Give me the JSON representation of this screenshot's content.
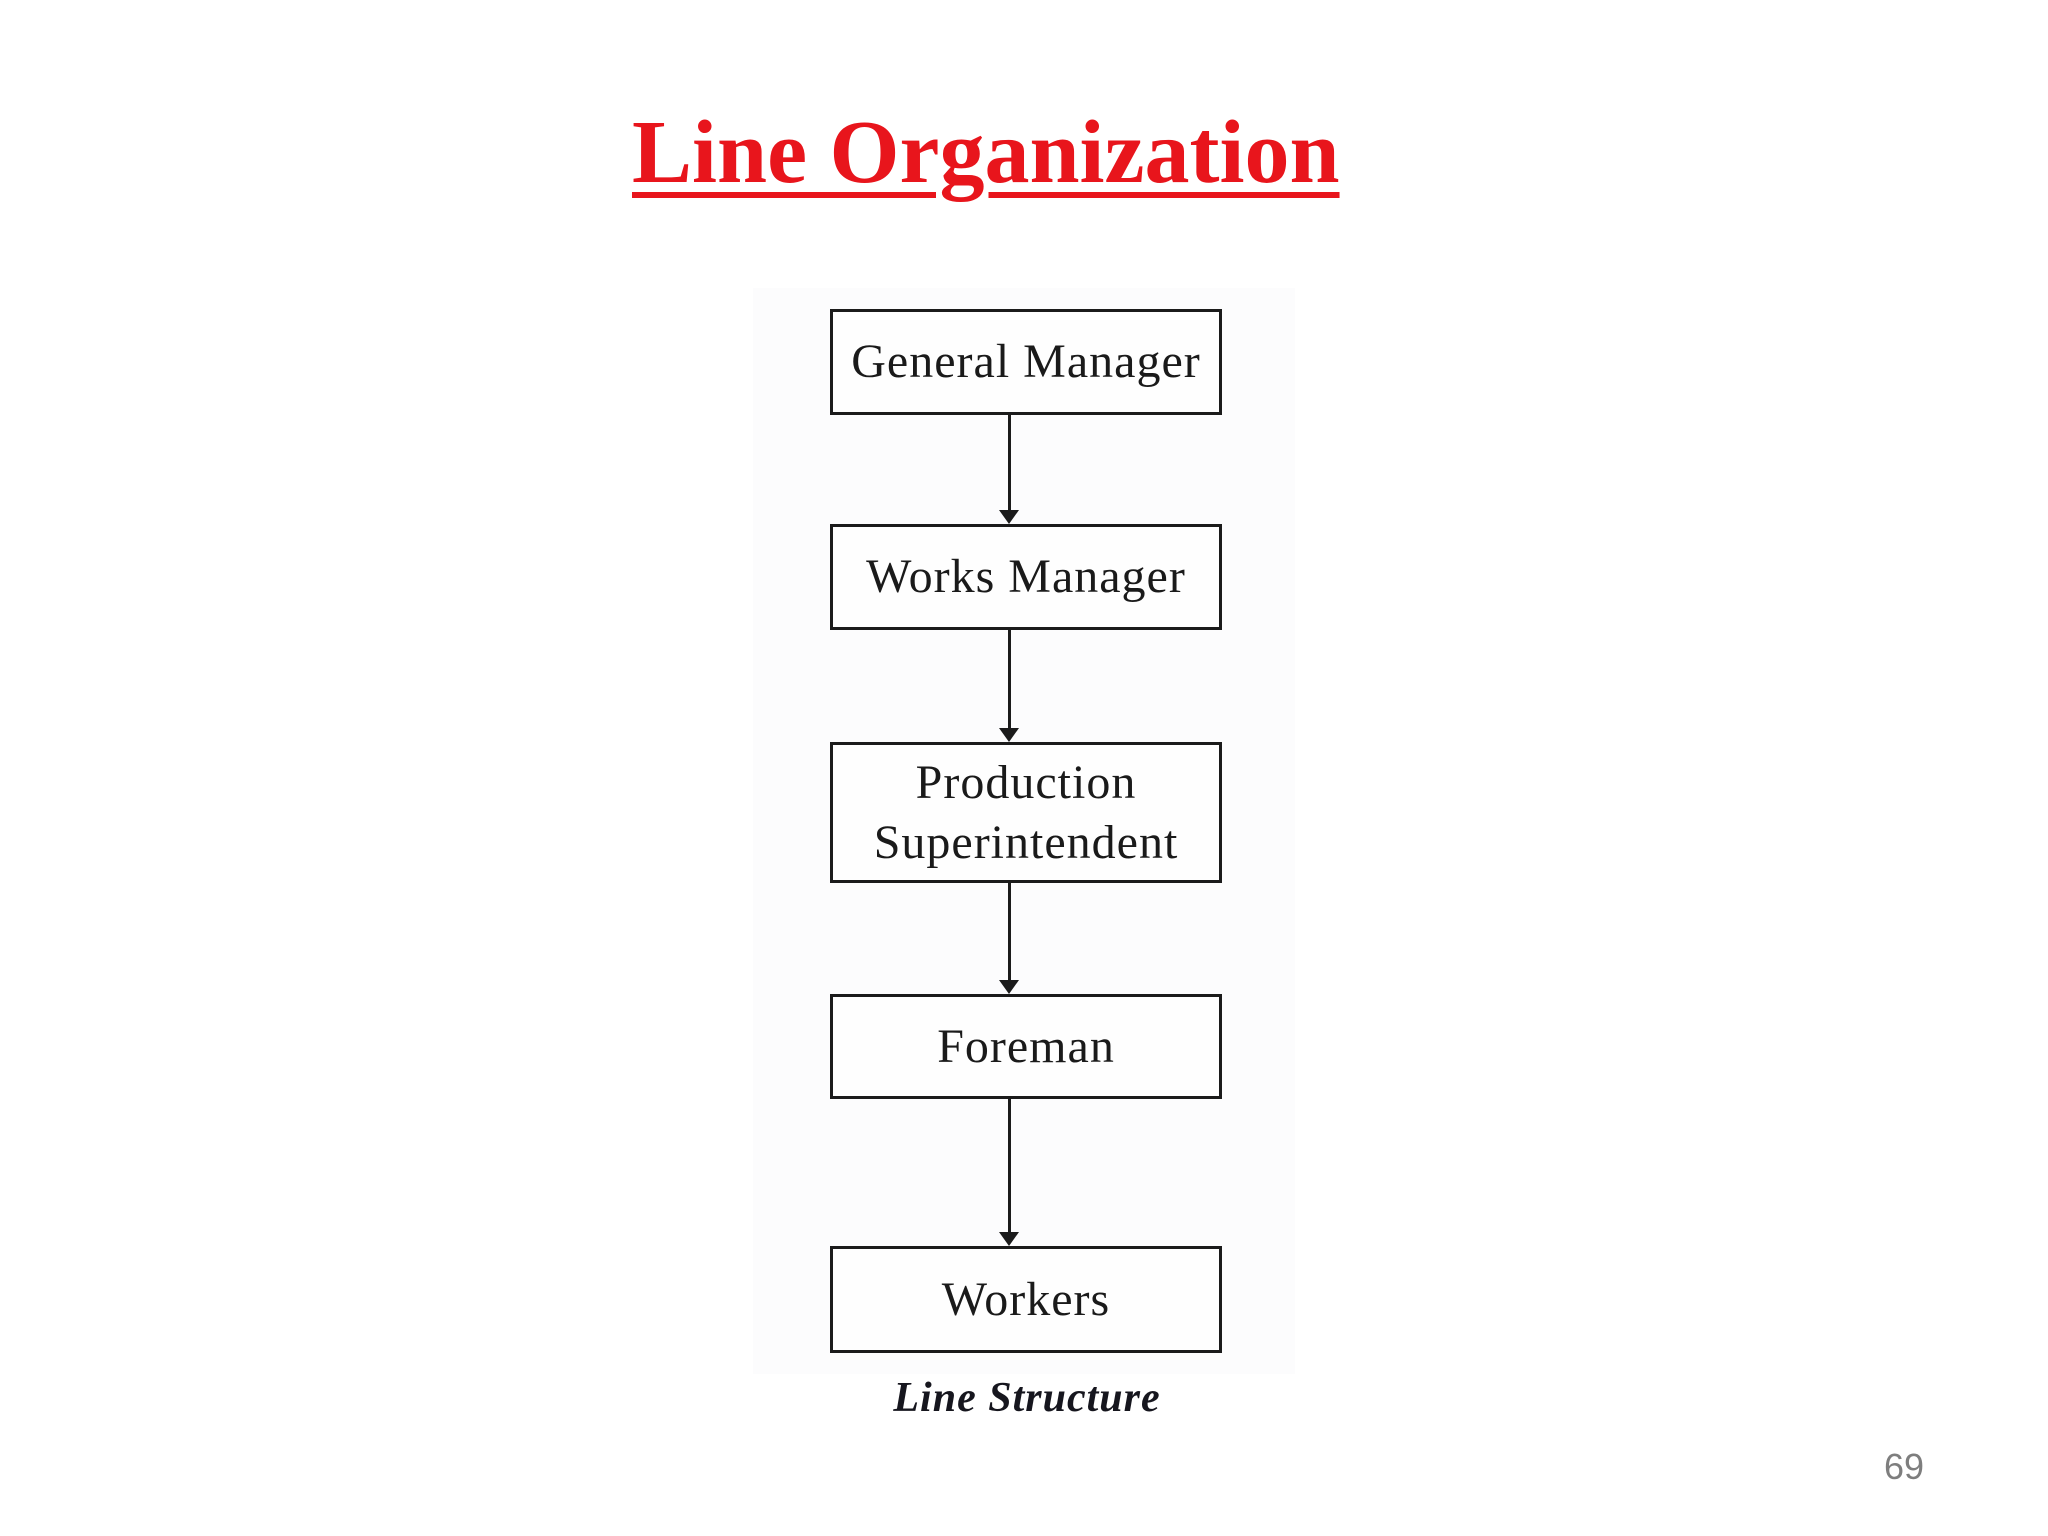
{
  "slide": {
    "title": "Line Organization",
    "title_color": "#e8151c",
    "page_number": "69"
  },
  "diagram": {
    "type": "org-chart",
    "caption": "Line Structure",
    "nodes": [
      {
        "label": "General Manager"
      },
      {
        "label": "Works Manager"
      },
      {
        "label": "Production Superintendent"
      },
      {
        "label": "Foreman"
      },
      {
        "label": "Workers"
      }
    ],
    "edges": [
      {
        "from": "General Manager",
        "to": "Works Manager"
      },
      {
        "from": "Works Manager",
        "to": "Production Superintendent"
      },
      {
        "from": "Production Superintendent",
        "to": "Foreman"
      },
      {
        "from": "Foreman",
        "to": "Workers"
      }
    ],
    "colors": {
      "node_border": "#1b1b1b",
      "node_text": "#1a1a1a",
      "caption_text": "#16161e"
    }
  }
}
